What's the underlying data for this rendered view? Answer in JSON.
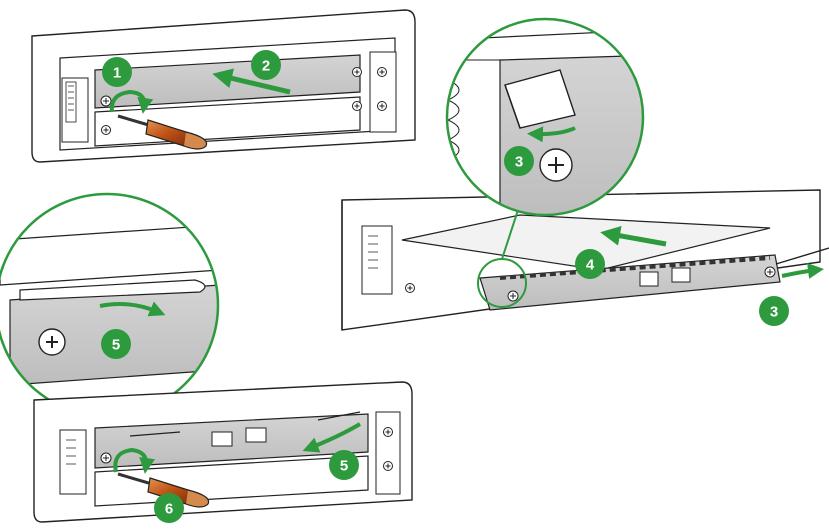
{
  "colors": {
    "badge": "#2e9a3e",
    "arrow": "#2e9a3e",
    "outline": "#222222",
    "panel": "#c6c6c6",
    "card_face": "#c9c9c9",
    "card_board": "#f2f2f2",
    "zoom_ring": "#2e9a3e",
    "handle_red": "#b34a17",
    "handle_light": "#d98a4a"
  },
  "steps": {
    "s1": "1",
    "s2": "2",
    "s3a": "3",
    "s3b": "3",
    "s4": "4",
    "s5a": "5",
    "s5b": "5",
    "s6": "6"
  },
  "icons": {
    "screwdriver": "screwdriver-icon",
    "captive_screw": "captive-screw-icon",
    "rotate": "rotate-arrow-icon"
  }
}
